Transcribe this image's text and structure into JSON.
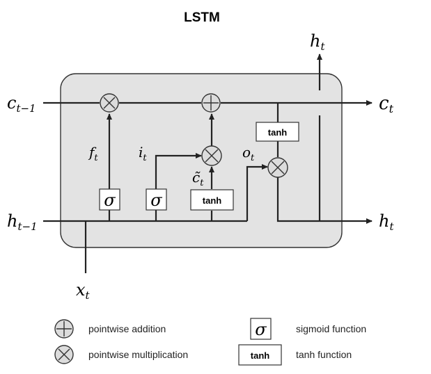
{
  "title": "LSTM",
  "labels": {
    "c_prev": "c",
    "c_prev_sub": "t−1",
    "c_out": "c",
    "c_out_sub": "t",
    "h_prev": "h",
    "h_prev_sub": "t−1",
    "h_out": "h",
    "h_out_sub": "t",
    "h_top": "h",
    "h_top_sub": "t",
    "x_in": "x",
    "x_in_sub": "t",
    "f_gate": "f",
    "f_gate_sub": "t",
    "i_gate": "i",
    "i_gate_sub": "t",
    "c_tilde": "c̃",
    "c_tilde_sub": "t",
    "o_gate": "o",
    "o_gate_sub": "t"
  },
  "blocks": {
    "sigma": "σ",
    "tanh": "tanh"
  },
  "legend": {
    "addition_label": "pointwise addition",
    "multiplication_label": "pointwise multiplication",
    "sigmoid_symbol": "σ",
    "sigmoid_label": "sigmoid function",
    "tanh_symbol": "tanh",
    "tanh_label": "tanh function"
  },
  "colors": {
    "cell_fill": "#e3e3e3",
    "operator_fill": "#dcdcdc",
    "line": "#222222"
  }
}
